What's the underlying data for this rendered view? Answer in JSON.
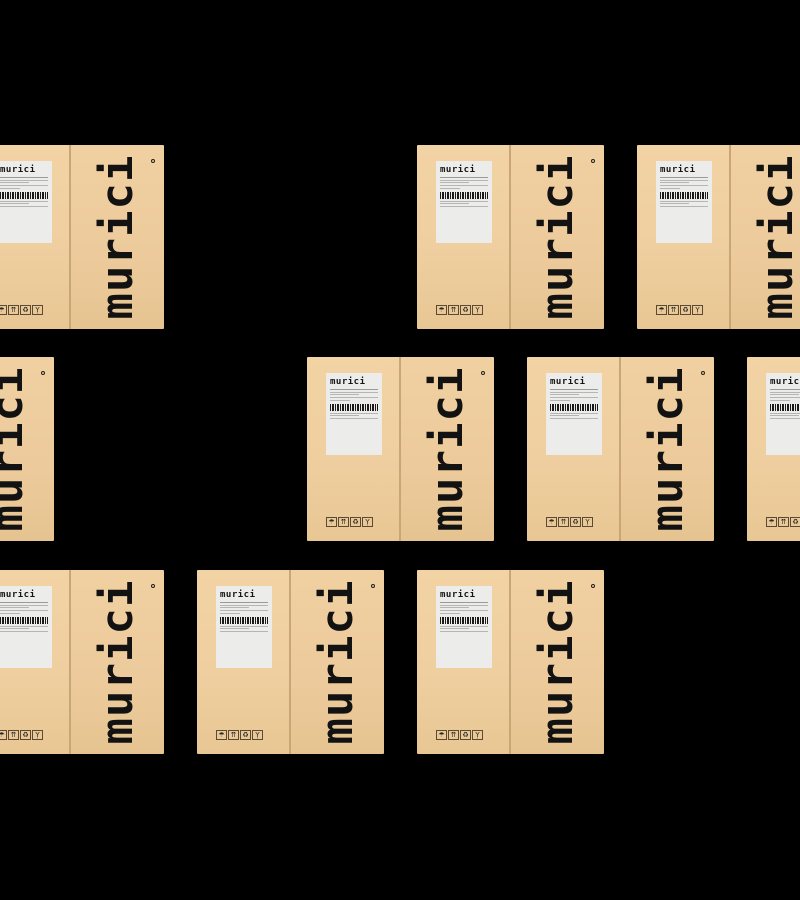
{
  "brand": "murici",
  "boxes": [
    {
      "logo": "murici"
    },
    {
      "logo": "murici"
    },
    {
      "logo": "murici"
    },
    {
      "logo": "murici"
    },
    {
      "logo": "murici"
    },
    {
      "logo": "murici"
    },
    {
      "logo": "murici"
    },
    {
      "logo": "murici"
    },
    {
      "logo": "murici"
    },
    {
      "logo": "murici"
    }
  ],
  "colors": {
    "background": "#000000",
    "cardboard": "#f0d0a1",
    "ink": "#121212",
    "label": "#ececea"
  },
  "icons": [
    "umbrella-icon",
    "this-way-up-icon",
    "recycle-icon",
    "fragile-glass-icon"
  ]
}
